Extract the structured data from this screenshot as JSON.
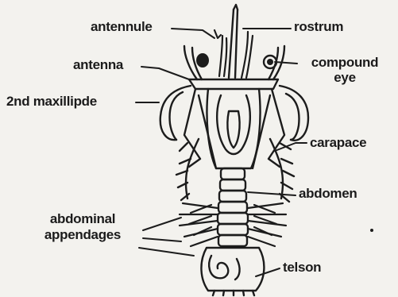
{
  "diagram": {
    "labels": {
      "antennule": "antennule",
      "rostrum": "rostrum",
      "antenna": "antenna",
      "compound_eye": "compound eye",
      "maxilliped": "2nd maxillipde",
      "carapace": "carapace",
      "abdomen": "abdomen",
      "abdominal_appendages": "abdominal appendages",
      "telson": "telson"
    }
  }
}
